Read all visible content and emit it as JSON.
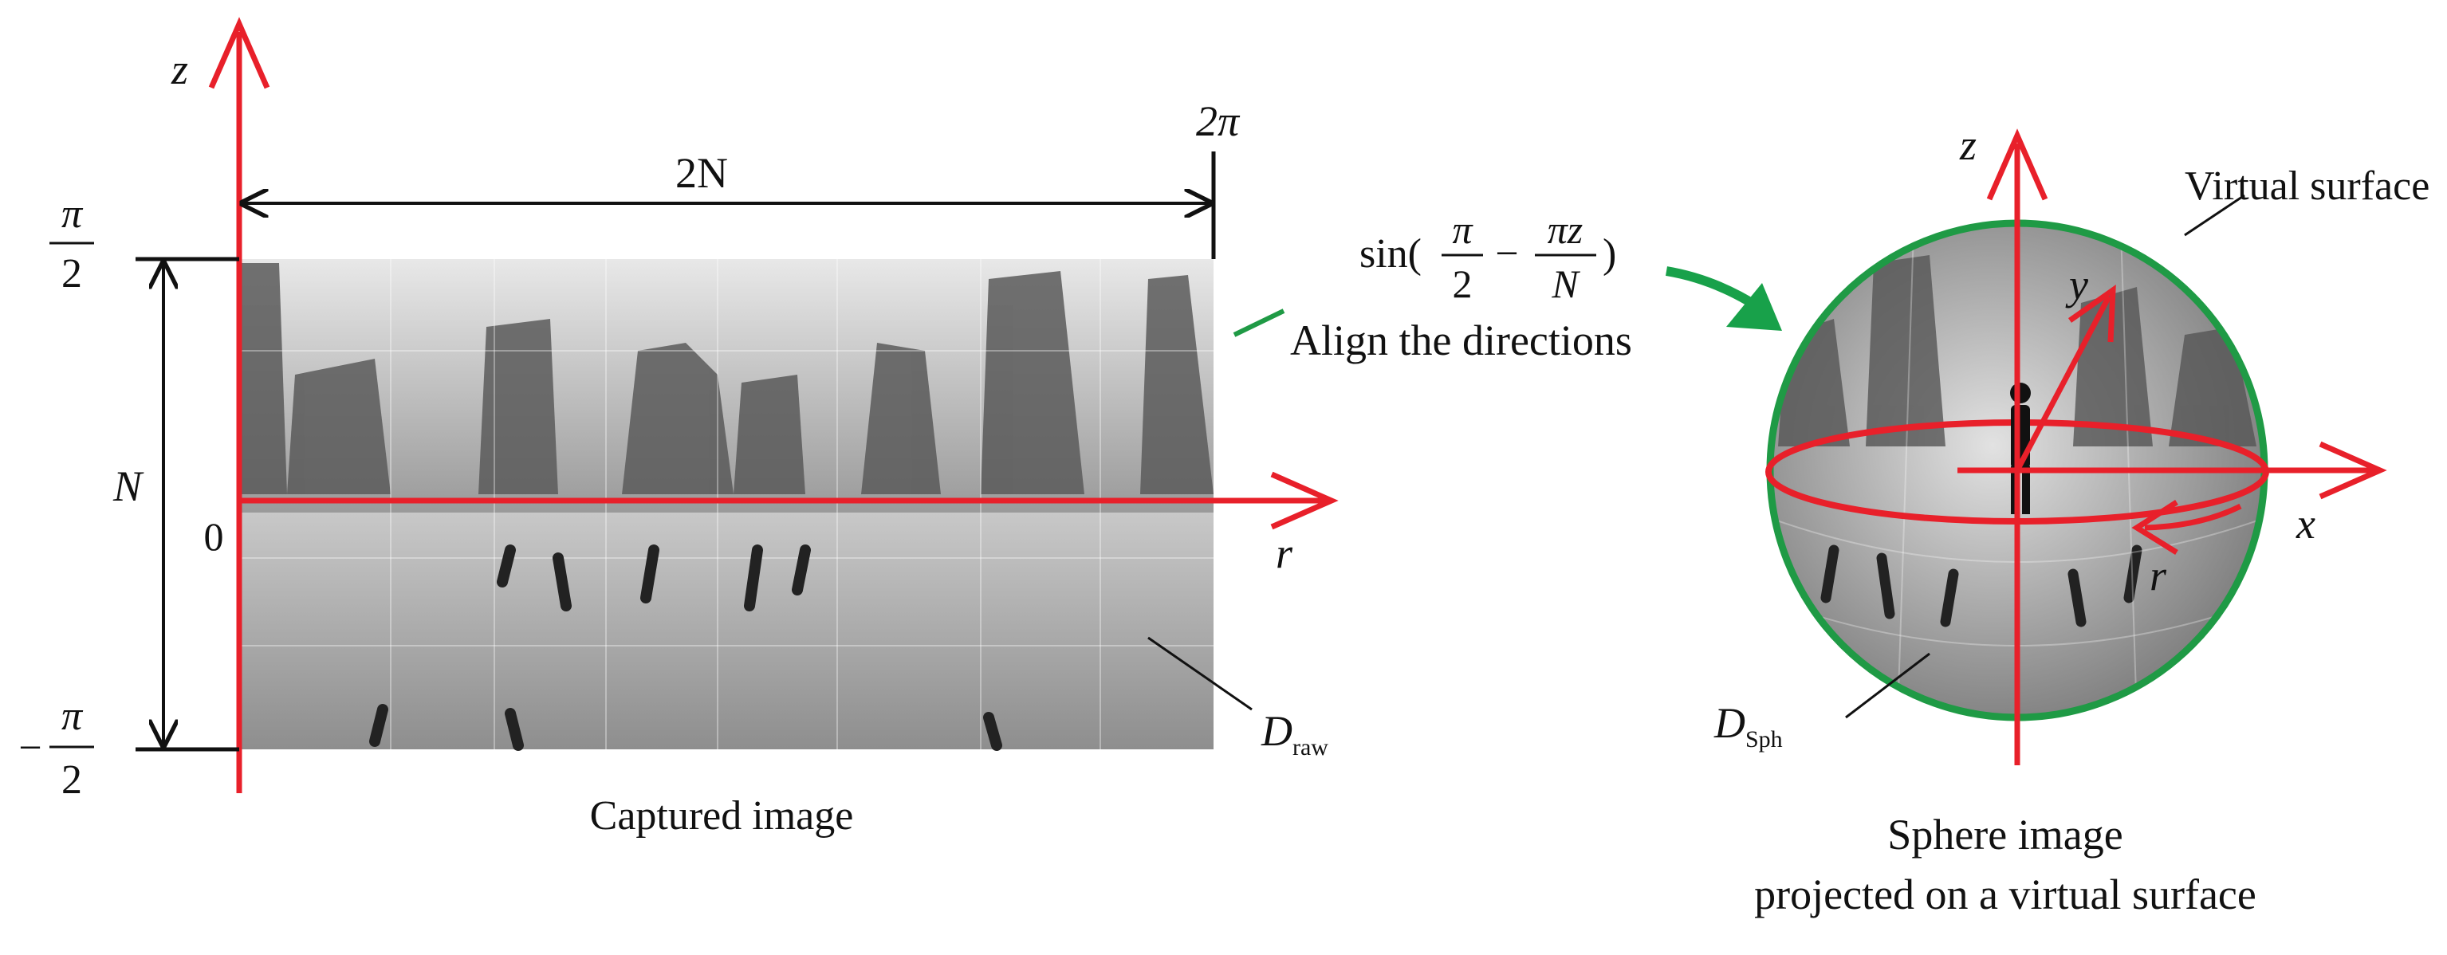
{
  "colors": {
    "axis_red": "#e8202a",
    "sphere_green": "#1f9a45",
    "arrow_green": "#18a14a",
    "black": "#111111"
  },
  "left_panel": {
    "z_label": "z",
    "two_pi_label": "2π",
    "two_n_label": "2N",
    "pi_num": "π",
    "pi_den": "2",
    "neg_sign": "−",
    "n_label": "N",
    "zero_label": "0",
    "r_label": "r",
    "d_raw_main": "D",
    "d_raw_sub": "raw",
    "caption": "Captured image"
  },
  "middle": {
    "sin_prefix": "sin(",
    "frac1_num": "π",
    "frac1_den": "2",
    "minus": "−",
    "frac2_num": "πz",
    "frac2_den": "N",
    "close_paren": ")",
    "align_label": "Align the directions"
  },
  "right_panel": {
    "z_label": "z",
    "virtual_surface_label": "Virtual surface",
    "y_label": "y",
    "x_label": "x",
    "r_label": "r",
    "d_sph_main": "D",
    "d_sph_sub": "Sph",
    "caption_line1": "Sphere image",
    "caption_line2": "projected on a virtual surface"
  }
}
